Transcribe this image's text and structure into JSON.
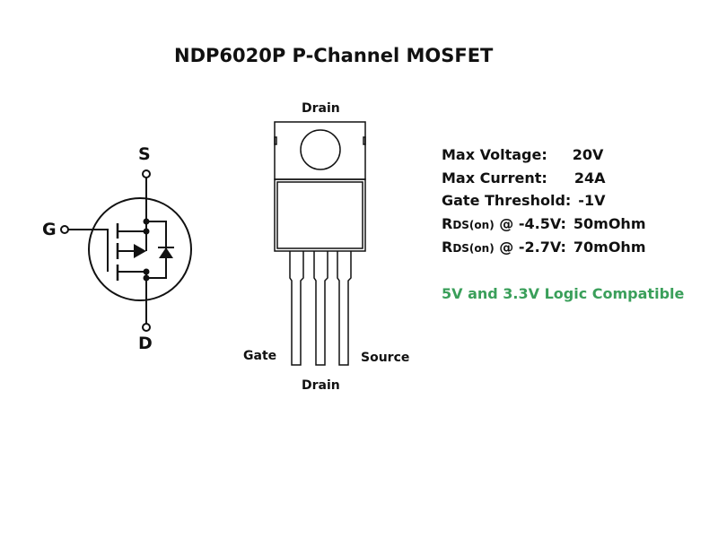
{
  "title": "NDP6020P P-Channel MOSFET",
  "symbol": {
    "source": "S",
    "gate": "G",
    "drain": "D"
  },
  "package": {
    "tab_label": "Drain",
    "pin_left": "Gate",
    "pin_middle": "Drain",
    "pin_right": "Source"
  },
  "specs": [
    {
      "label": "Max Voltage:",
      "value": "20V"
    },
    {
      "label": "Max Current:",
      "value": "24A"
    },
    {
      "label": "Gate Threshold:",
      "value": "-1V"
    }
  ],
  "rds": [
    {
      "r": "R",
      "sub": "DS(on)",
      "cond": "@ -4.5V:",
      "value": "50mOhm"
    },
    {
      "r": "R",
      "sub": "DS(on)",
      "cond": "@ -2.7V:",
      "value": "70mOhm"
    }
  ],
  "compat": "5V and 3.3V Logic Compatible",
  "colors": {
    "compat": "#3a9f5a"
  }
}
